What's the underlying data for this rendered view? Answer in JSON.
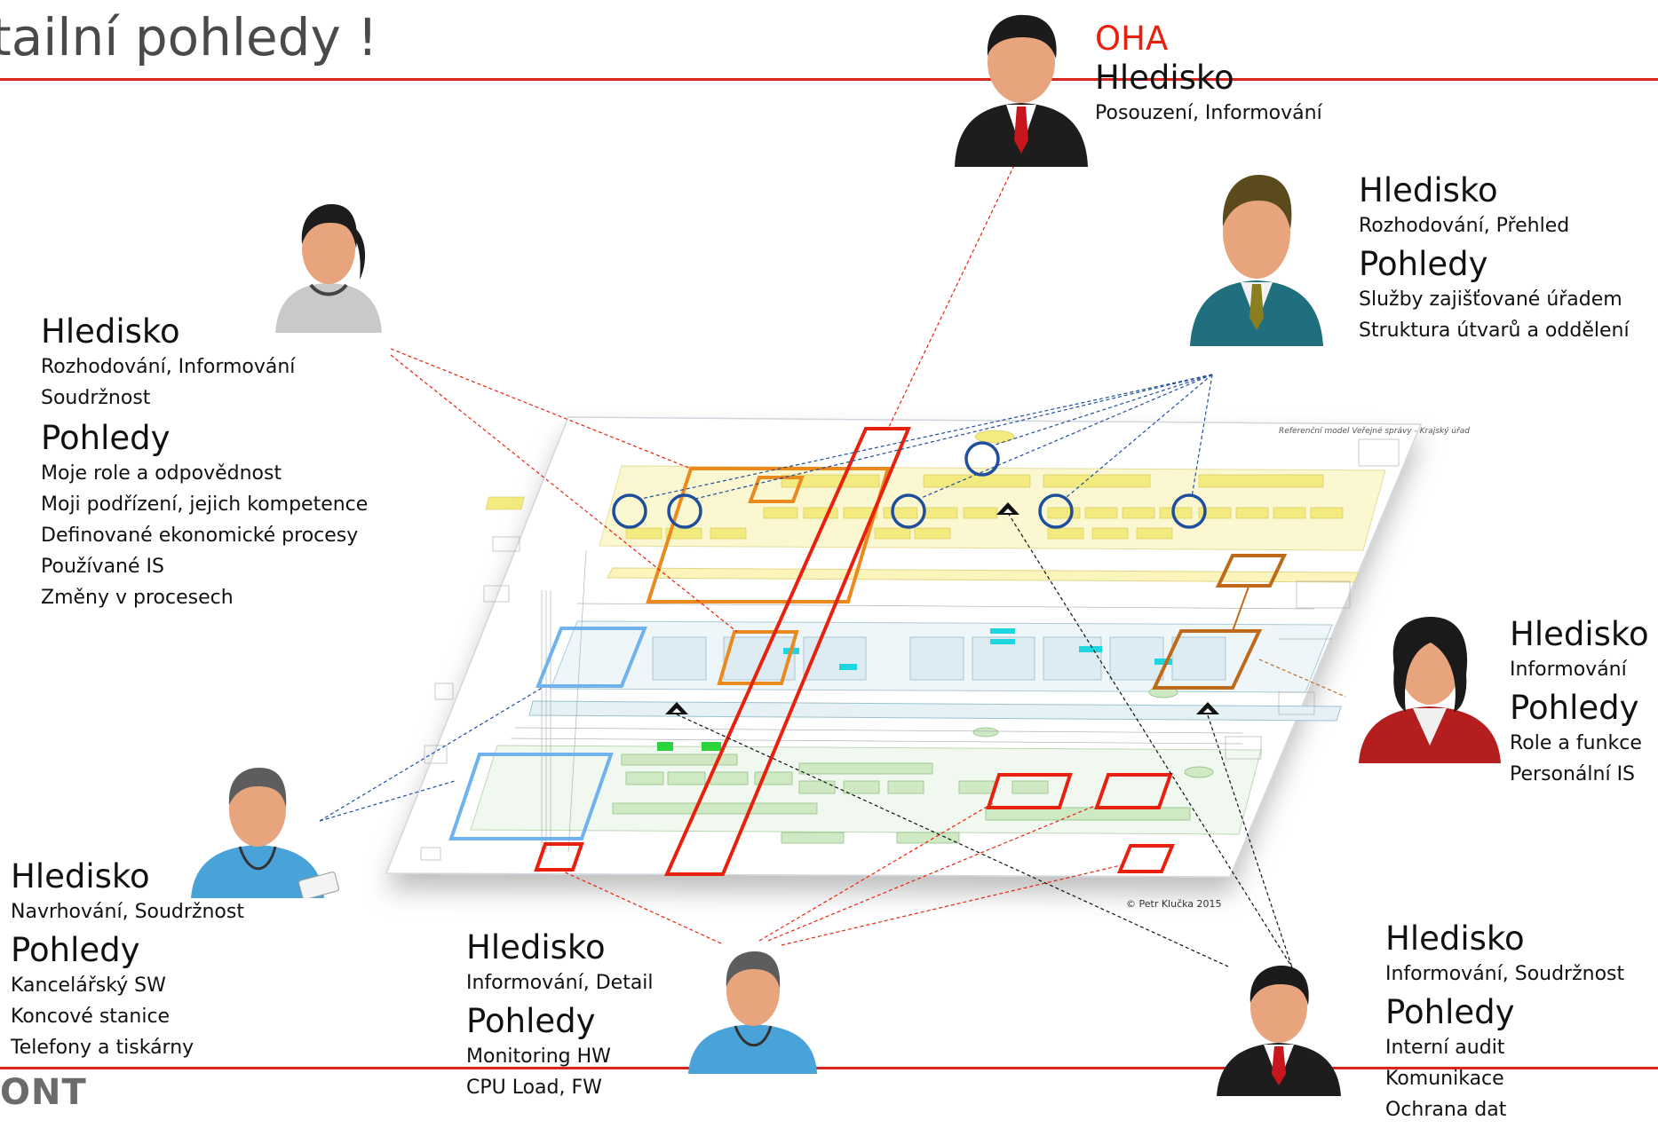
{
  "title": "tailní pohledy !",
  "brand": "ONT",
  "colors": {
    "accent_red": "#d9261c",
    "orange": "#ea8a1e",
    "blue": "#1f4e9c",
    "light_blue": "#6fb2ee"
  },
  "diagram": {
    "title": "Referenční model Veřejné správy - Krajský úřad",
    "copyright": "© Petr Klučka 2015"
  },
  "stakeholders": [
    {
      "id": "top",
      "icon": "businessman-red-tie-icon",
      "tag": "OHA",
      "heading": "Hledisko",
      "hledisko": [
        "Posouzení, Informování"
      ],
      "pohledy_heading": "",
      "pohledy": []
    },
    {
      "id": "top-right",
      "icon": "businessman-green-suit-icon",
      "heading": "Hledisko",
      "hledisko": [
        "Rozhodování, Přehled"
      ],
      "pohledy_heading": "Pohledy",
      "pohledy": [
        "Služby zajišťované úřadem",
        "Struktura útvarů a oddělení"
      ]
    },
    {
      "id": "left",
      "icon": "woman-grey-shirt-icon",
      "heading": "Hledisko",
      "hledisko": [
        "Rozhodování, Informování",
        "Soudržnost"
      ],
      "pohledy_heading": "Pohledy",
      "pohledy": [
        "Moje role a odpovědnost",
        "Moji podřízení, jejich kompetence",
        "Definované ekonomické procesy",
        "Používané IS",
        "Změny v procesech"
      ]
    },
    {
      "id": "right",
      "icon": "woman-red-jacket-icon",
      "heading": "Hledisko",
      "hledisko": [
        "Informování"
      ],
      "pohledy_heading": "Pohledy",
      "pohledy": [
        "Role a funkce",
        "Personální IS"
      ]
    },
    {
      "id": "bottom-left",
      "icon": "it-worker-badge-icon",
      "heading": "Hledisko",
      "hledisko": [
        "Navrhování, Soudržnost"
      ],
      "pohledy_heading": "Pohledy",
      "pohledy": [
        "Kancelářský SW",
        "Koncové stanice",
        "Telefony a tiskárny"
      ]
    },
    {
      "id": "bottom-center",
      "icon": "it-worker-badge-icon",
      "heading": "Hledisko",
      "hledisko": [
        "Informování, Detail"
      ],
      "pohledy_heading": "Pohledy",
      "pohledy": [
        "Monitoring HW",
        "CPU Load, FW"
      ]
    },
    {
      "id": "bottom-right",
      "icon": "businessman-red-tie-icon",
      "heading": "Hledisko",
      "hledisko": [
        "Informování, Soudržnost"
      ],
      "pohledy_heading": "Pohledy",
      "pohledy": [
        "Interní audit",
        "Komunikace",
        "Ochrana dat"
      ]
    }
  ]
}
